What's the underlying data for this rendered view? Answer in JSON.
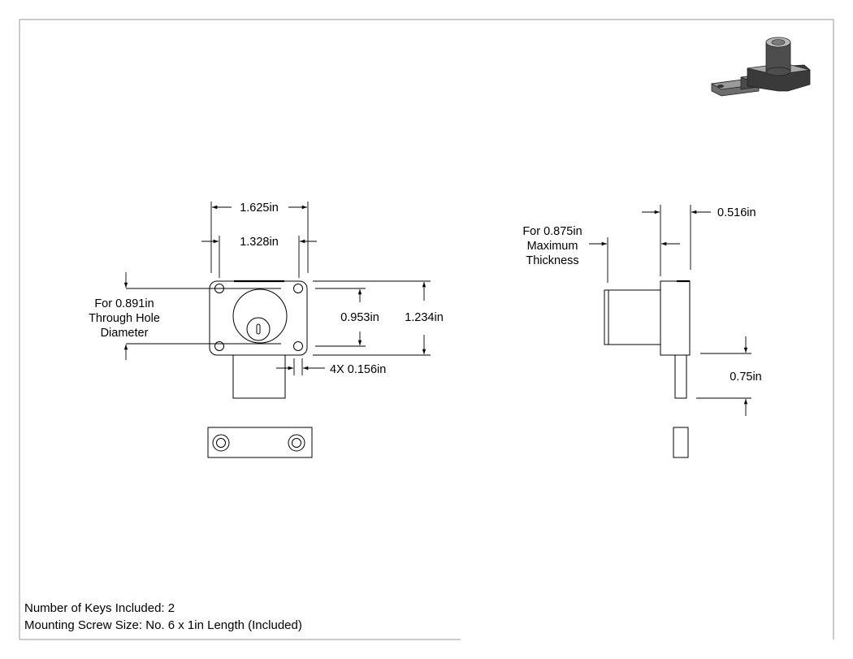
{
  "drawing": {
    "front_view": {
      "overall_width": "1.625in",
      "hole_spacing_width": "1.328in",
      "through_hole_note": [
        "For 0.891in",
        "Through Hole",
        "Diameter"
      ],
      "hole_spacing_height": "0.953in",
      "overall_height": "1.234in",
      "mounting_holes": "4X 0.156in"
    },
    "side_view": {
      "thickness_note": [
        "For 0.875in",
        "Maximum",
        "Thickness"
      ],
      "flange_thickness": "0.516in",
      "bolt_extension": "0.75in"
    },
    "isometric_icon": "lock-isometric-icon"
  },
  "notes": {
    "keys": "Number of Keys Included: 2",
    "screw": "Mounting Screw Size: No. 6 x 1in Length (Included)"
  },
  "colors": {
    "line": "#000000",
    "frame": "#9a9a9a",
    "fill": "#ffffff",
    "iso_dark": "#3a3a3a",
    "iso_mid": "#6d6d6d",
    "iso_light": "#a8a8a8"
  }
}
